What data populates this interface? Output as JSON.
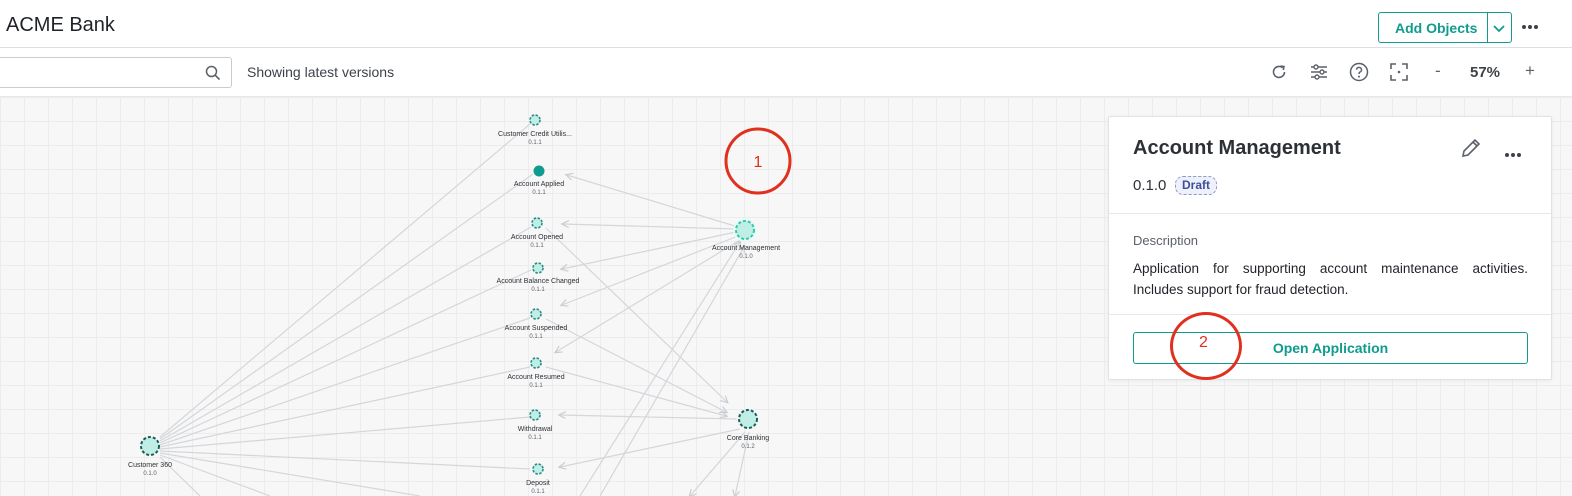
{
  "header": {
    "title": "ACME Bank",
    "add_objects_label": "Add Objects"
  },
  "toolbar": {
    "search_placeholder": "",
    "status_text": "Showing latest versions",
    "zoom_out": "-",
    "zoom_level": "57%",
    "zoom_in": "+"
  },
  "graph": {
    "nodes": [
      {
        "id": "ccu",
        "label": "Customer Credit Utilis...",
        "version": "0.1.1",
        "style": "event"
      },
      {
        "id": "applied",
        "label": "Account Applied",
        "version": "0.1.1",
        "style": "event-selected"
      },
      {
        "id": "opened",
        "label": "Account Opened",
        "version": "0.1.1",
        "style": "event"
      },
      {
        "id": "balance",
        "label": "Account Balance Changed",
        "version": "0.1.1",
        "style": "event"
      },
      {
        "id": "suspended",
        "label": "Account Suspended",
        "version": "0.1.1",
        "style": "event"
      },
      {
        "id": "resumed",
        "label": "Account Resumed",
        "version": "0.1.1",
        "style": "event"
      },
      {
        "id": "withdrawal",
        "label": "Withdrawal",
        "version": "0.1.1",
        "style": "event"
      },
      {
        "id": "deposit",
        "label": "Deposit",
        "version": "0.1.1",
        "style": "event"
      },
      {
        "id": "acctmgmt",
        "label": "Account Management",
        "version": "0.1.0",
        "style": "app-selected"
      },
      {
        "id": "corebank",
        "label": "Core Banking",
        "version": "0.1.2",
        "style": "app"
      },
      {
        "id": "cust360",
        "label": "Customer 360",
        "version": "0.1.0",
        "style": "app"
      }
    ],
    "annotations": [
      "1",
      "2"
    ]
  },
  "panel": {
    "title": "Account Management",
    "version": "0.1.0",
    "badge": "Draft",
    "description_label": "Description",
    "description": "Application for supporting account maintenance activities. Includes support for fraud detection.",
    "open_button": "Open Application"
  },
  "colors": {
    "accent": "#0f9b8e",
    "node_fill": "#bfeee6",
    "node_ring": "#1f5c58",
    "annotation": "#e0301e",
    "badge_bg": "#eef0fb"
  }
}
